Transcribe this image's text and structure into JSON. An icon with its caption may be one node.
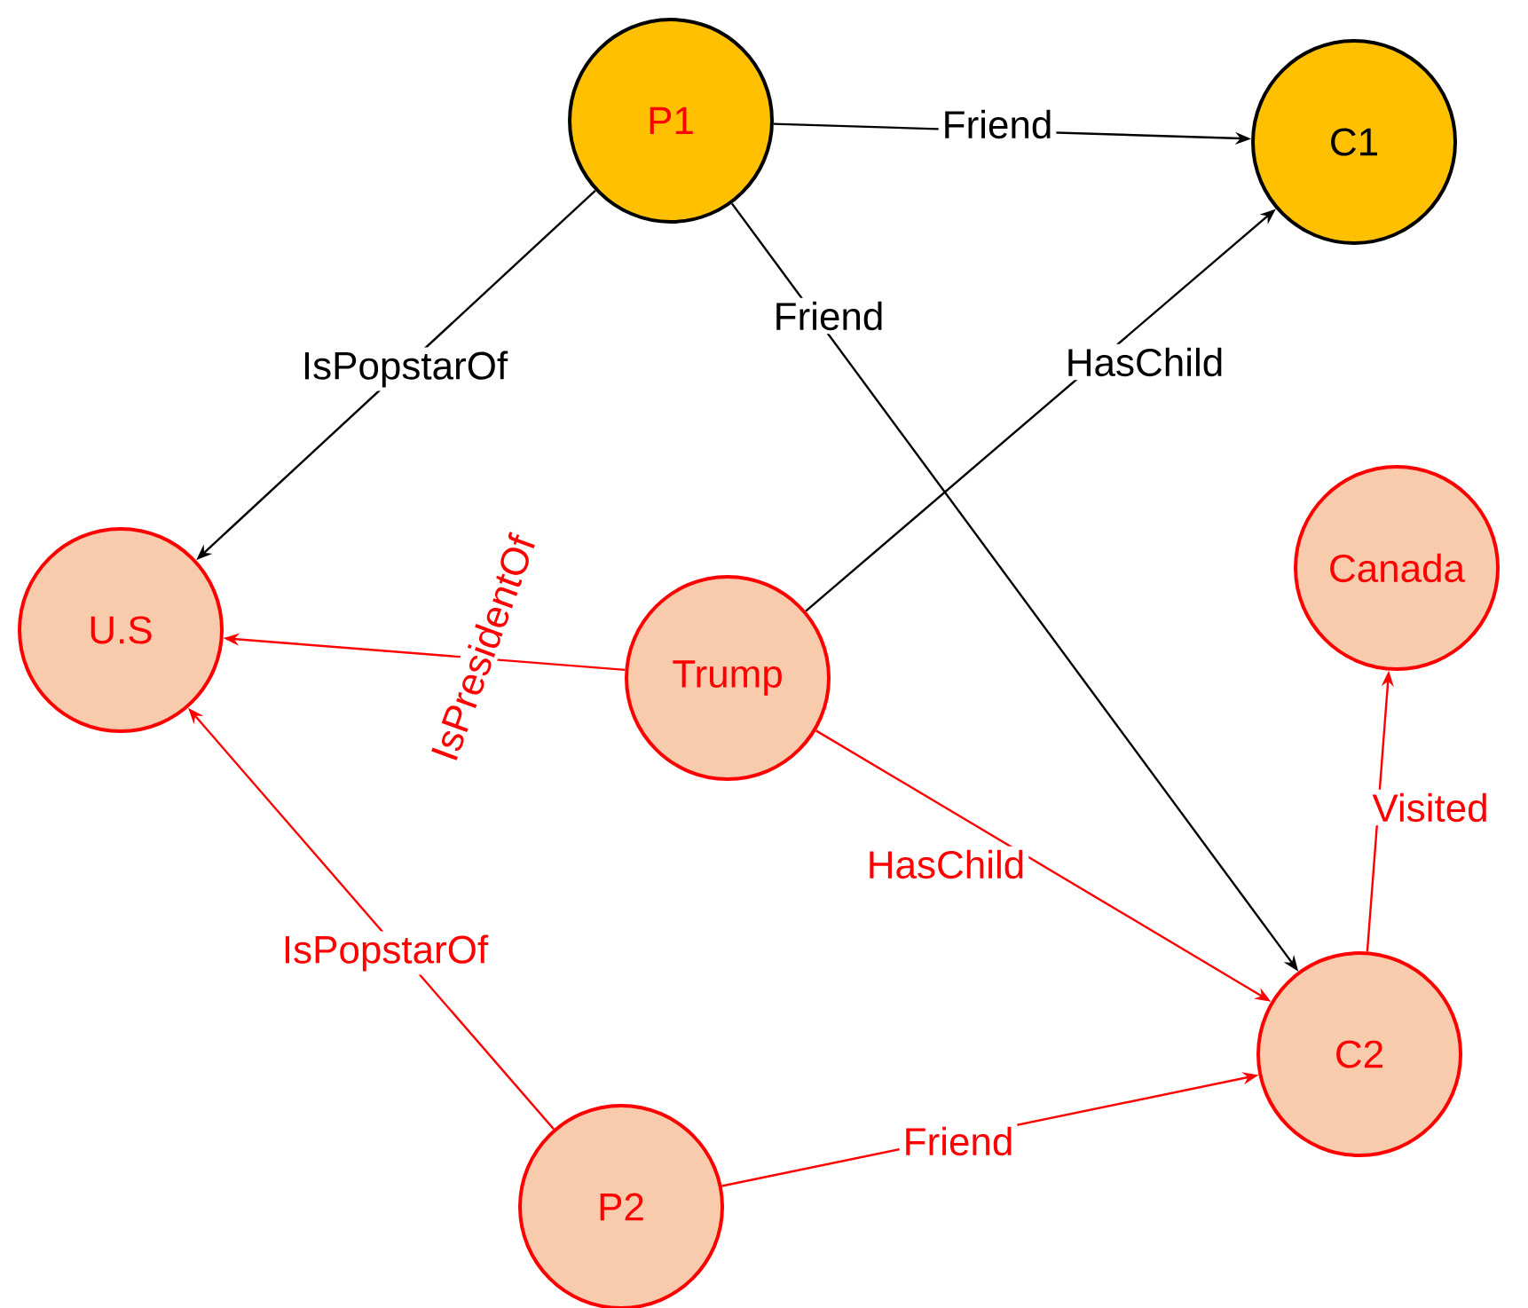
{
  "diagram": {
    "nodes": [
      {
        "text": [
          "P1"
        ]
      },
      {
        "text": [
          "C1"
        ]
      },
      {
        "text": [
          "U.S"
        ]
      },
      {
        "text": [
          "Trump"
        ]
      },
      {
        "text": [
          "Canada"
        ]
      },
      {
        "text": [
          "C2"
        ]
      },
      {
        "text": [
          "P2"
        ]
      }
    ],
    "edges": [
      {
        "from": 0,
        "to": 1,
        "arrow": "to",
        "label": "Friend",
        "color": "#000000"
      },
      {
        "from": 0,
        "to": 5,
        "arrow": "to",
        "label": "Friend",
        "color": "#000000"
      },
      {
        "from": 0,
        "to": 2,
        "arrow": "to",
        "label": "IsPopstarOf",
        "color": "#000000"
      },
      {
        "from": 3,
        "to": 1,
        "arrow": "to",
        "label": "HasChild",
        "color": "#000000"
      },
      {
        "from": 3,
        "to": 2,
        "arrow": "to",
        "label": "IsPresidentOf"
      },
      {
        "from": 3,
        "to": 5,
        "arrow": "to",
        "label": "HasChild"
      },
      {
        "from": 6,
        "to": 2,
        "arrow": "to",
        "label": "IsPopstarOf"
      },
      {
        "from": 6,
        "to": 5,
        "arrow": "to",
        "label": "Friend"
      },
      {
        "from": 5,
        "to": 4,
        "arrow": "to",
        "label": "Visited"
      }
    ]
  }
}
